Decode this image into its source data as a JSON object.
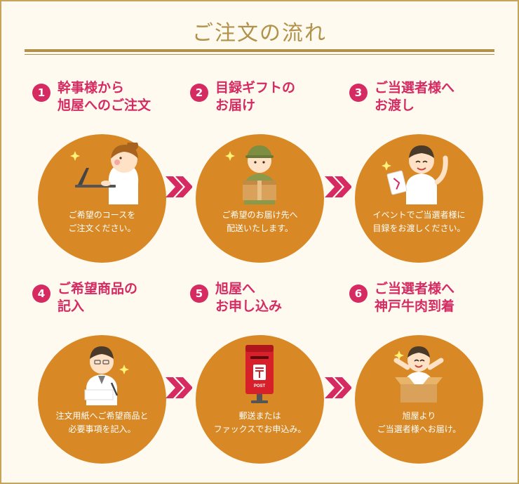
{
  "title": "ご注文の流れ",
  "steps": [
    {
      "number": "1",
      "heading": [
        "幹事様から",
        "旭屋へのご注文"
      ],
      "description": [
        "ご希望のコースを",
        "ご注文ください。"
      ]
    },
    {
      "number": "2",
      "heading": [
        "目録ギフトの",
        "お届け"
      ],
      "description": [
        "ご希望のお届け先へ",
        "配送いたします。"
      ]
    },
    {
      "number": "3",
      "heading": [
        "ご当選者様へ",
        "お渡し"
      ],
      "description": [
        "イベントでご当選者様に",
        "目録をお渡しください。"
      ]
    },
    {
      "number": "4",
      "heading": [
        "ご希望商品の",
        "記入"
      ],
      "description": [
        "注文用紙へご希望商品と",
        "必要事項を記入。"
      ]
    },
    {
      "number": "5",
      "heading": [
        "旭屋へ",
        "お申し込み"
      ],
      "description": [
        "郵送または",
        "ファックスでお申込み。"
      ]
    },
    {
      "number": "6",
      "heading": [
        "ご当選者様へ",
        "神戸牛肉到着"
      ],
      "description": [
        "旭屋より",
        "ご当選者様へお届け。"
      ]
    }
  ],
  "postbox": {
    "label": "POST"
  },
  "icons": [
    "computer-woman-icon",
    "delivery-man-icon",
    "gift-man-icon",
    "writing-man-icon",
    "postbox-icon",
    "cheering-man-icon",
    "double-chevron-icon"
  ],
  "colors": {
    "accent": "#d52a62",
    "circle": "#d88824",
    "gold": "#b2924a",
    "background": "#fffaf0"
  }
}
